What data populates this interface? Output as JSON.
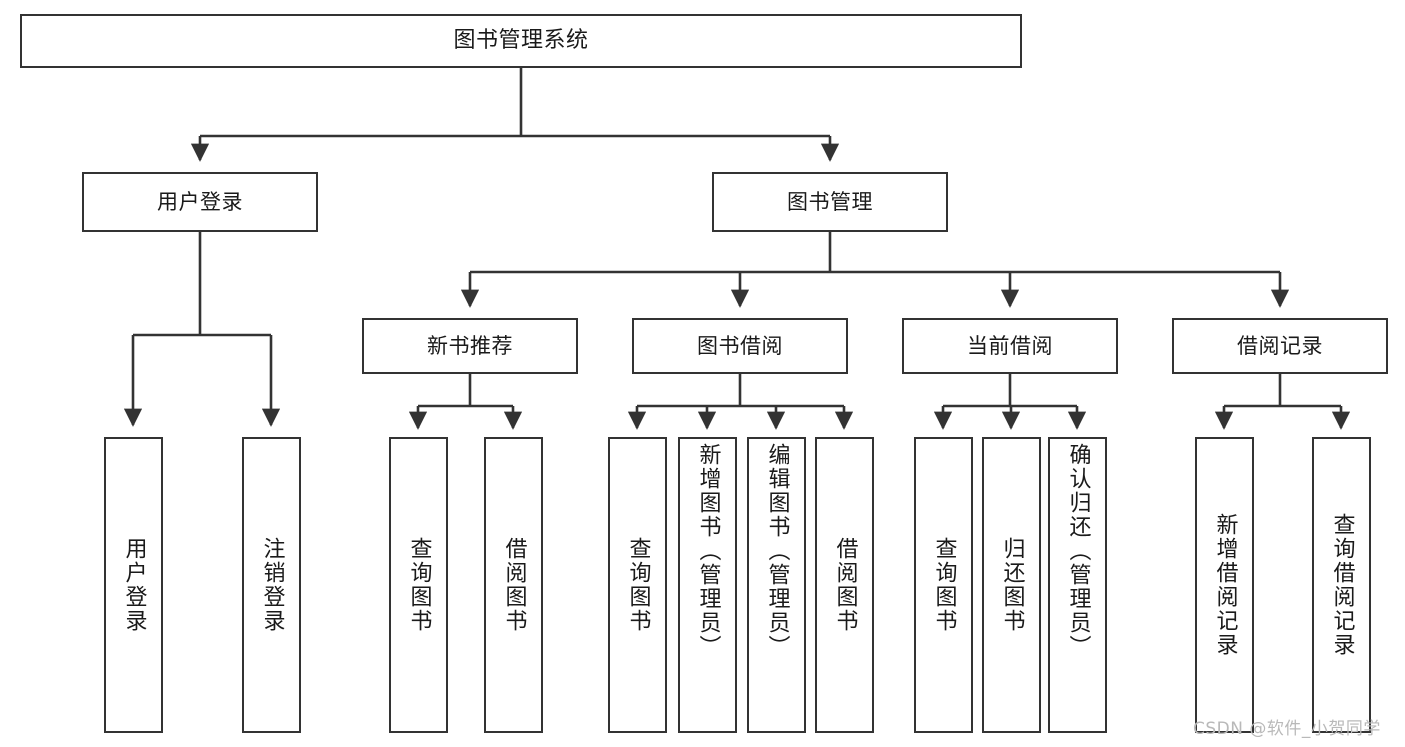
{
  "diagram": {
    "title": "图书管理系统",
    "type": "function-structure-tree",
    "watermark": "CSDN @软件_小贺同学",
    "colors": {
      "stroke": "#333333",
      "fill": "#ffffff",
      "text": "#1a1a1a",
      "watermark": "#b9b9b9"
    },
    "root": {
      "label": "图书管理系统"
    },
    "level2": [
      {
        "label": "用户登录"
      },
      {
        "label": "图书管理"
      }
    ],
    "level3": [
      {
        "label": "新书推荐"
      },
      {
        "label": "图书借阅"
      },
      {
        "label": "当前借阅"
      },
      {
        "label": "借阅记录"
      }
    ],
    "leaves": {
      "user_login": [
        {
          "label": "用户登录"
        },
        {
          "label": "注销登录"
        }
      ],
      "new_book": [
        {
          "label": "查询图书"
        },
        {
          "label": "借阅图书"
        }
      ],
      "book_borrow": [
        {
          "label": "查询图书"
        },
        {
          "label": "新增图书（管理员）"
        },
        {
          "label": "编辑图书（管理员）"
        },
        {
          "label": "借阅图书"
        }
      ],
      "current_borrow": [
        {
          "label": "查询图书"
        },
        {
          "label": "归还图书"
        },
        {
          "label": "确认归还（管理员）"
        }
      ],
      "borrow_record": [
        {
          "label": "新增借阅记录"
        },
        {
          "label": "查询借阅记录"
        }
      ]
    }
  }
}
